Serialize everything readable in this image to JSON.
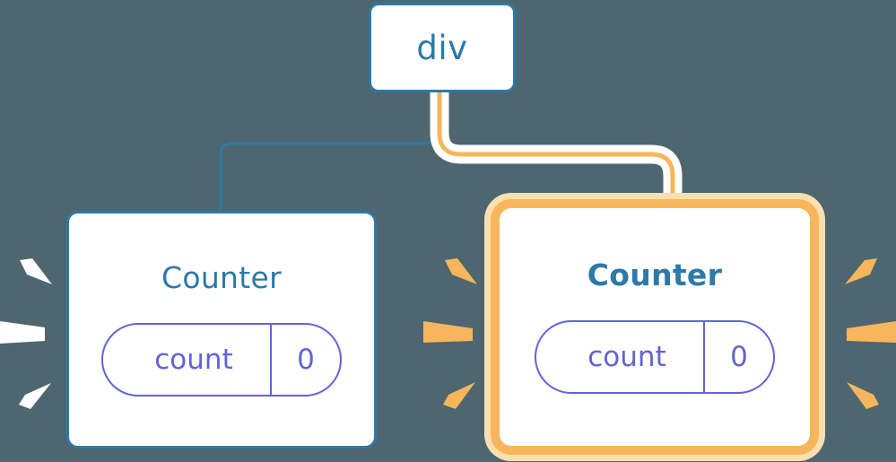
{
  "diagram": {
    "title": "Component tree with highlighted re-rendered Counter",
    "background_color": "#4d6670",
    "nodes": [
      {
        "id": "div",
        "label": "div",
        "type": "element",
        "highlighted": false,
        "border_color": "#2d79a8",
        "title_color": "#2d79a8"
      },
      {
        "id": "counter-left",
        "label": "Counter",
        "type": "component",
        "highlighted": false,
        "border_color": "#2d79a8",
        "title_color": "#2d79a8",
        "state": {
          "key": "count",
          "value": "0",
          "color": "#6264d6"
        }
      },
      {
        "id": "counter-right",
        "label": "Counter",
        "type": "component",
        "highlighted": true,
        "border_color": "#f7b65c",
        "glow_color": "#fbdfae",
        "title_color": "#2d79a8",
        "state": {
          "key": "count",
          "value": "0",
          "color": "#6264d6"
        }
      }
    ],
    "edges": [
      {
        "id": "edge-div-to-counter-left",
        "from": "div",
        "to": "counter-left",
        "color": "#2d79a8",
        "highlighted": false
      },
      {
        "id": "edge-div-to-counter-right",
        "from": "div",
        "to": "counter-right",
        "color": "#f7b65c",
        "halo_color": "#ffffff",
        "highlighted": true
      }
    ],
    "sparkles": [
      {
        "id": "sparkle-group-left-of-left-counter",
        "color": "#ffffff",
        "rays": 3
      },
      {
        "id": "sparkle-group-right-of-left-counter",
        "color": "#f7b65c",
        "rays": 3
      },
      {
        "id": "sparkle-group-right-of-right-counter",
        "color": "#f7b65c",
        "rays": 3
      }
    ]
  }
}
